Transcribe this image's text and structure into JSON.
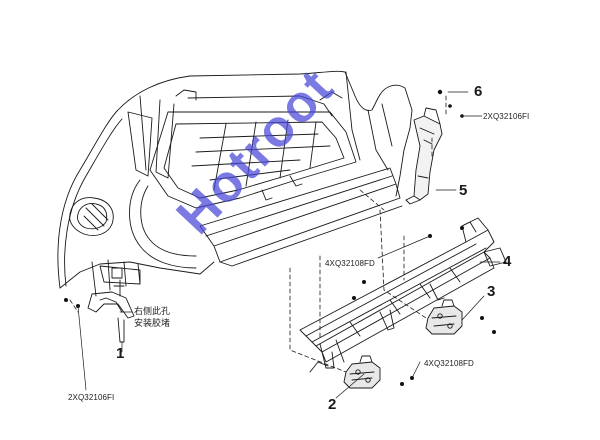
{
  "diagram": {
    "callouts": [
      "1",
      "2",
      "3",
      "4",
      "5",
      "6"
    ],
    "part_codes": {
      "code_top_right": "2XQ32106FI",
      "code_middle": "4XQ32108FD",
      "code_lower_right": "4XQ32108FD",
      "code_bottom_left": "2XQ32106FI"
    },
    "note_lines": [
      "右侧此孔",
      "安装胶堵"
    ],
    "colors": {
      "line": "#1a1a1a",
      "shade": "#555555"
    }
  },
  "watermark": {
    "text": "Hotroot",
    "color": "#4646d7"
  }
}
